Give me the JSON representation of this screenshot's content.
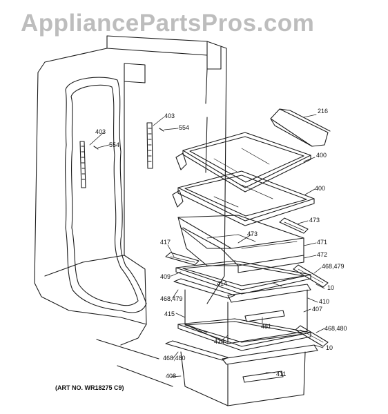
{
  "watermark": "AppliancePartsPros.com",
  "art_number": "(ART NO. WR18275 C9)",
  "callouts": {
    "c216": "216",
    "c400a": "400",
    "c400b": "400",
    "c403a": "403",
    "c403b": "403",
    "c554a": "554",
    "c554b": "554",
    "c473a": "473",
    "c473b": "473",
    "c471": "471",
    "c472": "472",
    "c417": "417",
    "c468_479a": "468,479",
    "c468_479b": "468,479",
    "c409": "409",
    "c414a": "414",
    "c414b": "414",
    "c10a": "10",
    "c10b": "10",
    "c410": "410",
    "c407": "407",
    "c415": "415",
    "c481": "481",
    "c468_480a": "468,480",
    "c468_480b": "468,480",
    "c408": "408",
    "c411": "411"
  },
  "colors": {
    "line": "#1a1a1a",
    "watermark": "#bdbdbd"
  }
}
